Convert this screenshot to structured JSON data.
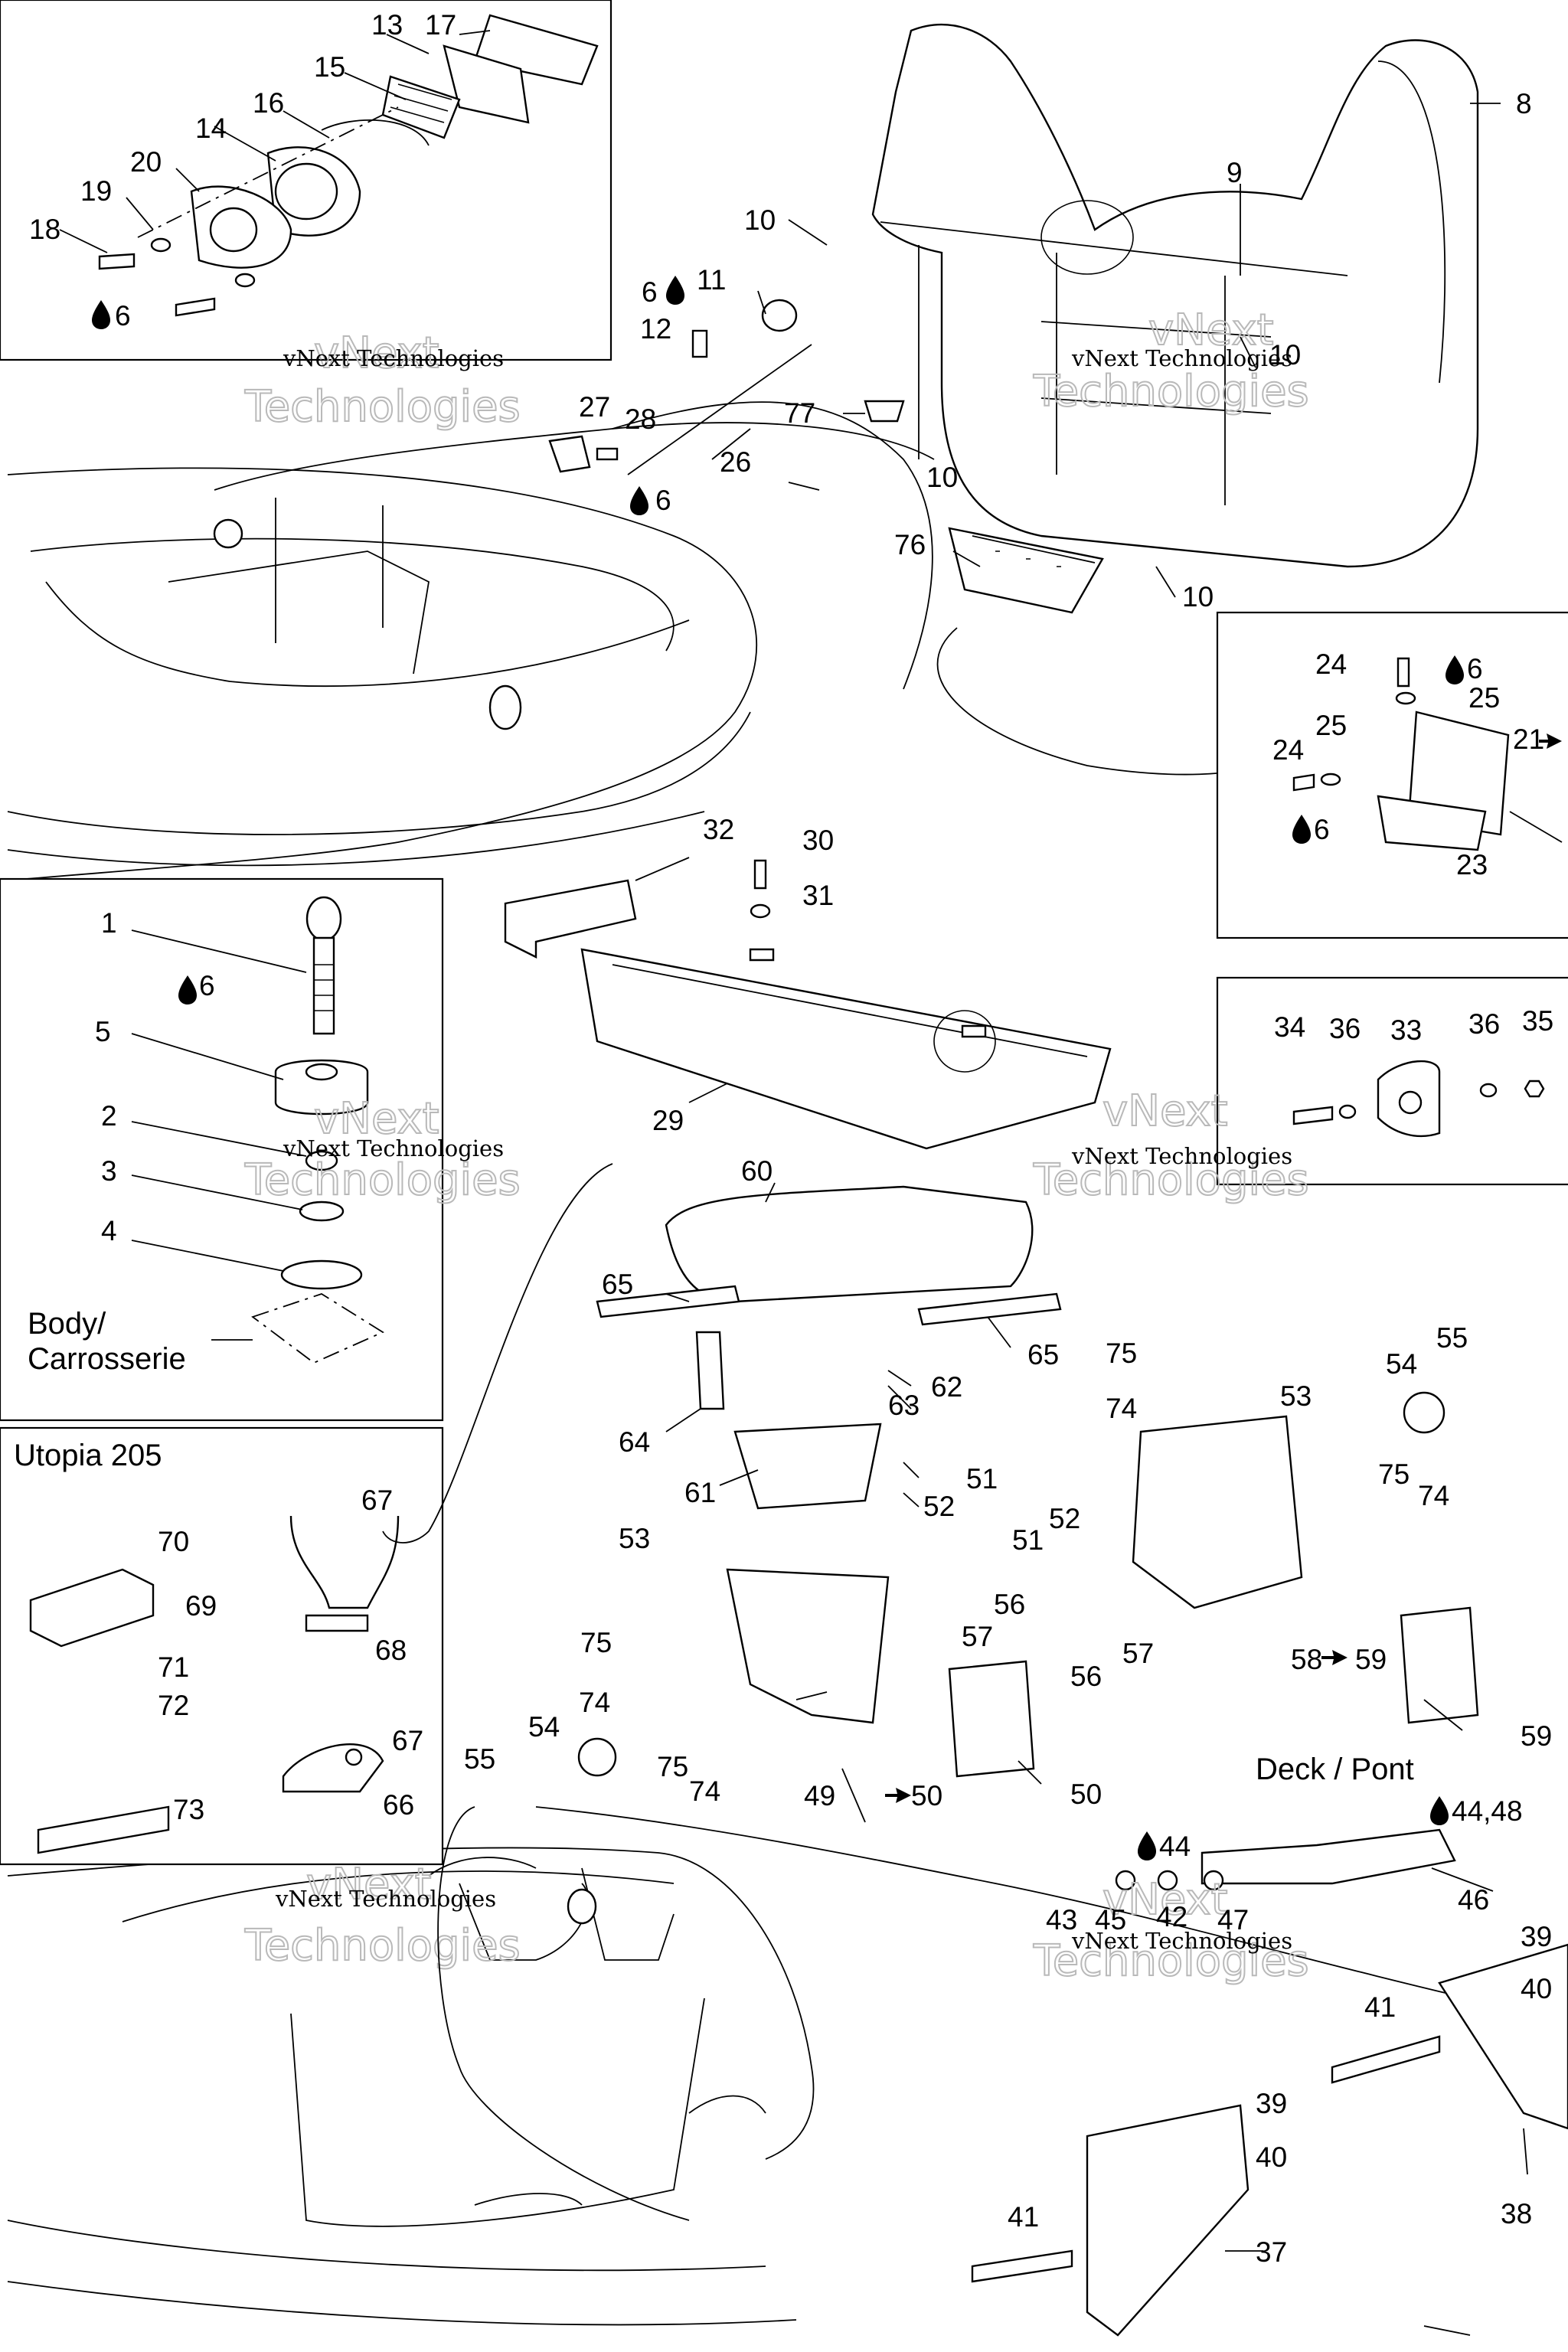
{
  "watermark": {
    "company": "vNext Technologies",
    "part1": "vNext",
    "part2": "Technologies"
  },
  "labels": {
    "p1": "1",
    "p2": "2",
    "p3": "3",
    "p4": "4",
    "p5": "5",
    "p6": "6",
    "p8": "8",
    "p9": "9",
    "p10": "10",
    "p11": "11",
    "p12": "12",
    "p13": "13",
    "p14": "14",
    "p15": "15",
    "p16": "16",
    "p17": "17",
    "p18": "18",
    "p19": "19",
    "p20": "20",
    "p21": "21",
    "p23": "23",
    "p24": "24",
    "p25": "25",
    "p26": "26",
    "p27": "27",
    "p28": "28",
    "p29": "29",
    "p30": "30",
    "p31": "31",
    "p32": "32",
    "p33": "33",
    "p34": "34",
    "p35": "35",
    "p36": "36",
    "p37": "37",
    "p38": "38",
    "p39": "39",
    "p40": "40",
    "p41": "41",
    "p42": "42",
    "p43": "43",
    "p44": "44",
    "p4448": "44,48",
    "p45": "45",
    "p46": "46",
    "p47": "47",
    "p49": "49",
    "p50": "50",
    "p51": "51",
    "p52": "52",
    "p53": "53",
    "p54": "54",
    "p55": "55",
    "p56": "56",
    "p57": "57",
    "p58": "58",
    "p59": "59",
    "p60": "60",
    "p61": "61",
    "p62": "62",
    "p63": "63",
    "p64": "64",
    "p65": "65",
    "p66": "66",
    "p67": "67",
    "p68": "68",
    "p69": "69",
    "p70": "70",
    "p71": "71",
    "p72": "72",
    "p73": "73",
    "p74": "74",
    "p75": "75",
    "p76": "76",
    "p77": "77"
  },
  "captions": {
    "body_line1": "Body/",
    "body_line2": "Carrosserie",
    "utopia": "Utopia 205",
    "deck": "Deck / Pont"
  },
  "icons": {
    "adhesive": "droplet-icon",
    "refers_to": "arrow-right-icon"
  }
}
